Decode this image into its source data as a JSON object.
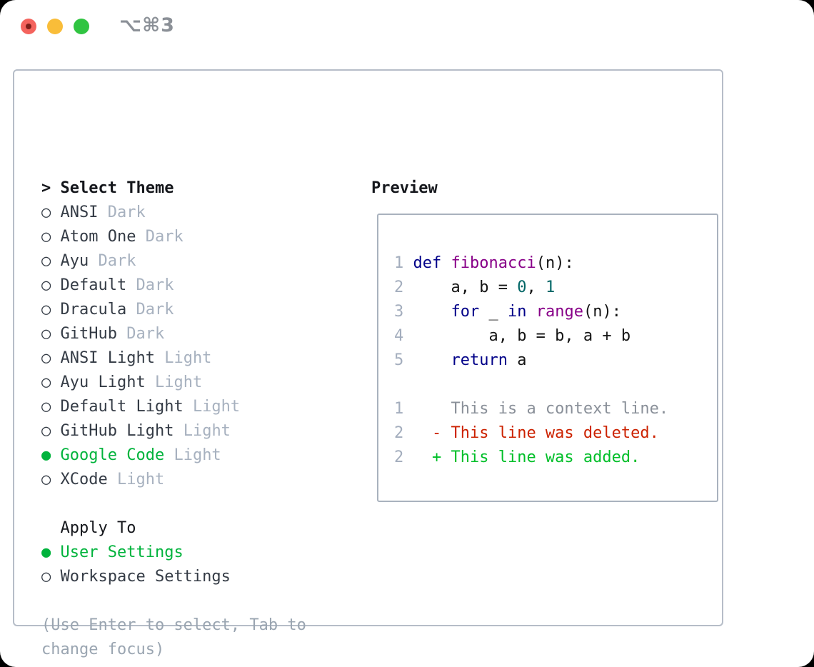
{
  "window": {
    "title": "⌥⌘3"
  },
  "colors": {
    "accent_green": "#00b33c",
    "added_green": "#00bf29",
    "deleted_red": "#cc2200",
    "keyword_blue": "#000088",
    "function_purple": "#880088",
    "literal_teal": "#006666",
    "text_dark": "#343b45",
    "muted_gray": "#a7b1bf",
    "hint_gray": "#9aa5b1",
    "context_gray": "#8a9099",
    "line_number_gray": "#a3adbd",
    "traffic_red": "#f4635d",
    "traffic_red_dot": "#7e1f1a",
    "traffic_yellow": "#f9bd39",
    "traffic_green": "#30c441"
  },
  "theme_panel": {
    "header": {
      "prefix": ">",
      "label": "Select Theme"
    },
    "radio_unselected": "○",
    "radio_selected": "●",
    "themes": [
      {
        "name": "ANSI",
        "tag": "Dark",
        "selected": false
      },
      {
        "name": "Atom One",
        "tag": "Dark",
        "selected": false
      },
      {
        "name": "Ayu",
        "tag": "Dark",
        "selected": false
      },
      {
        "name": "Default",
        "tag": "Dark",
        "selected": false
      },
      {
        "name": "Dracula",
        "tag": "Dark",
        "selected": false
      },
      {
        "name": "GitHub",
        "tag": "Dark",
        "selected": false
      },
      {
        "name": "ANSI Light",
        "tag": "Light",
        "selected": false
      },
      {
        "name": "Ayu Light",
        "tag": "Light",
        "selected": false
      },
      {
        "name": "Default Light",
        "tag": "Light",
        "selected": false
      },
      {
        "name": "GitHub Light",
        "tag": "Light",
        "selected": false
      },
      {
        "name": "Google Code",
        "tag": "Light",
        "selected": true
      },
      {
        "name": "XCode",
        "tag": "Light",
        "selected": false
      }
    ],
    "apply_to": {
      "label": "Apply To",
      "options": [
        {
          "name": "User Settings",
          "selected": true
        },
        {
          "name": "Workspace Settings",
          "selected": false
        }
      ]
    },
    "hint_lines": [
      "(Use Enter to select, Tab to",
      "change focus)"
    ]
  },
  "preview": {
    "label": "Preview",
    "lines": [
      {
        "num": "1",
        "tokens": [
          [
            "def",
            "kw"
          ],
          [
            " ",
            "pl"
          ],
          [
            "fibonacci",
            "fn"
          ],
          [
            "(n):",
            "pl"
          ]
        ]
      },
      {
        "num": "2",
        "tokens": [
          [
            "    a, b = ",
            "pl"
          ],
          [
            "0",
            "lit"
          ],
          [
            ", ",
            "pl"
          ],
          [
            "1",
            "lit"
          ]
        ]
      },
      {
        "num": "3",
        "tokens": [
          [
            "    ",
            "pl"
          ],
          [
            "for",
            "kw"
          ],
          [
            " _ ",
            "pl"
          ],
          [
            "in",
            "kw"
          ],
          [
            " ",
            "pl"
          ],
          [
            "range",
            "fn"
          ],
          [
            "(n):",
            "pl"
          ]
        ]
      },
      {
        "num": "4",
        "tokens": [
          [
            "        a, b = b, a + b",
            "pl"
          ]
        ]
      },
      {
        "num": "5",
        "tokens": [
          [
            "    ",
            "pl"
          ],
          [
            "return",
            "kw"
          ],
          [
            " a",
            "pl"
          ]
        ]
      },
      {
        "num": "",
        "tokens": []
      },
      {
        "num": "1",
        "tokens": [
          [
            "    This is a context line.",
            "ctx"
          ]
        ]
      },
      {
        "num": "2",
        "tokens": [
          [
            "  - This line was deleted.",
            "del"
          ]
        ]
      },
      {
        "num": "2",
        "tokens": [
          [
            "  + This line was added.",
            "add"
          ]
        ]
      }
    ]
  }
}
